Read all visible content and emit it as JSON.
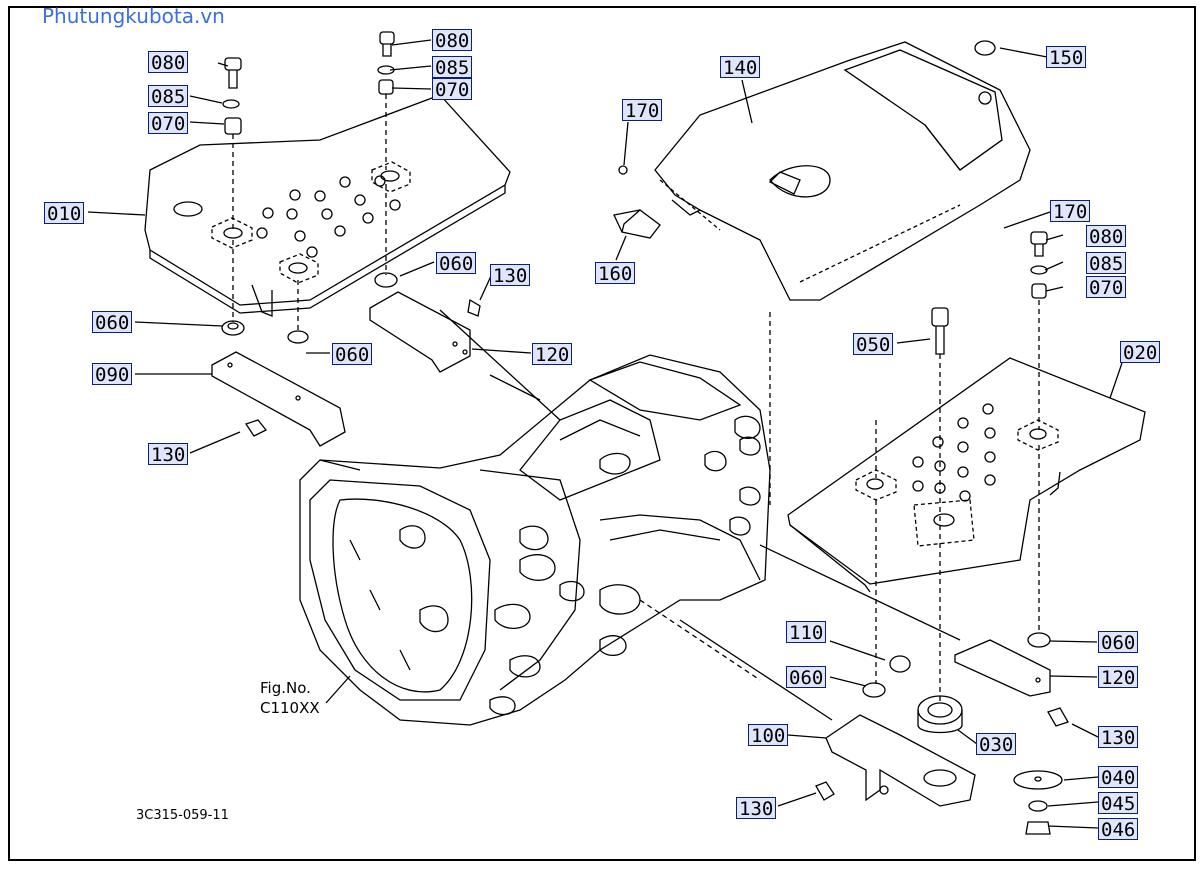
{
  "watermark": "Phutungkubota.vn",
  "diagram_code": "3C315-059-11",
  "fig_ref": {
    "line1": "Fig.No.",
    "line2": "C110XX"
  },
  "callouts": {
    "p010": "010",
    "p020": "020",
    "p030": "030",
    "p040": "040",
    "p045": "045",
    "p046": "046",
    "p050": "050",
    "p060": "060",
    "p070": "070",
    "p080": "080",
    "p085": "085",
    "p090": "090",
    "p100": "100",
    "p110": "110",
    "p120": "120",
    "p130": "130",
    "p140": "140",
    "p150": "150",
    "p160": "160",
    "p170": "170"
  }
}
